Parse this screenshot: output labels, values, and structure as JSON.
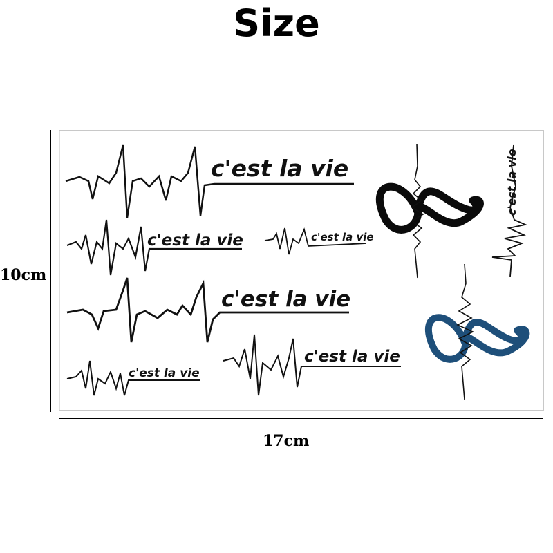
{
  "title": "Size",
  "dimensions": {
    "height_label": "10cm",
    "width_label": "17cm"
  },
  "tattoo_text": "c'est la vie",
  "colors": {
    "ink": "#111111",
    "heart_black": "#0b0b0b",
    "heart_blue": "#1e4f7a",
    "sheet_border": "#c8c8c8"
  },
  "icons": [
    "heartbeat-line",
    "heart-infinity-black",
    "heart-infinity-blue"
  ]
}
